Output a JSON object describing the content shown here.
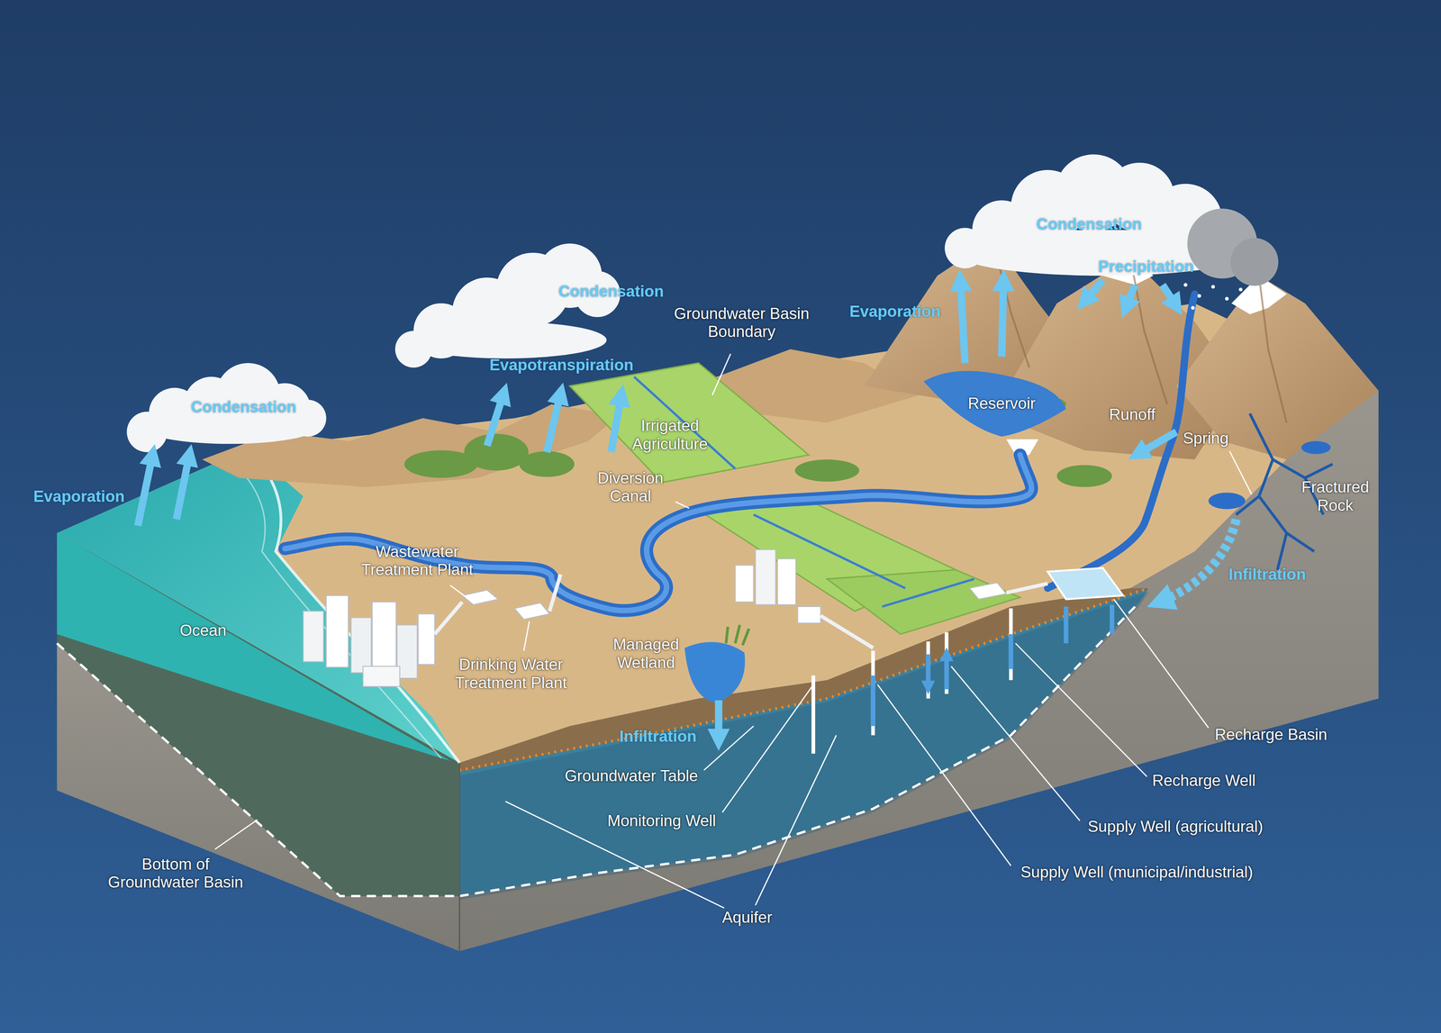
{
  "diagram": {
    "labels": [
      "Condensation",
      "Evaporation",
      "Evapotranspiration",
      "Condensation",
      "Groundwater Basin Boundary",
      "Evaporation",
      "Condensation",
      "Precipitation",
      "Irrigated Agriculture",
      "Reservoir",
      "Runoff",
      "Spring",
      "Diversion Canal",
      "Fractured Rock",
      "Wastewater Treatment Plant",
      "Infiltration",
      "Ocean",
      "Managed Wetland",
      "Drinking Water Treatment Plant",
      "Recharge Basin",
      "Infiltration",
      "Groundwater Table",
      "Recharge Well",
      "Monitoring Well",
      "Supply Well (agricultural)",
      "Bottom of Groundwater Basin",
      "Supply Well (municipal/industrial)",
      "Aquifer"
    ]
  }
}
